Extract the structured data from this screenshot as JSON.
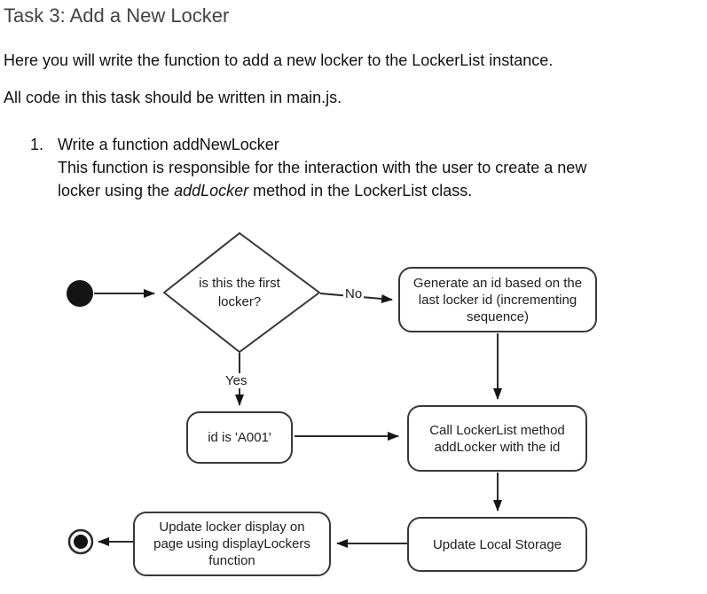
{
  "doc": {
    "title": "Task 3: Add a New Locker",
    "paragraph1": "Here you will write the function to add a new locker to the LockerList instance.",
    "paragraph2": "All code in this task should be written in main.js.",
    "list_item": {
      "number": "1.",
      "line1": "Write a function addNewLocker",
      "line2": "This function is responsible for the interaction with the user to create a new",
      "line3_pre": "locker using the ",
      "line3_italic": "addLocker",
      "line3_post": " method in the LockerList class."
    }
  },
  "diagram": {
    "decision": {
      "question": "is this the first\nlocker?"
    },
    "labels": {
      "no": "No",
      "yes": "Yes"
    },
    "nodes": {
      "generate": "Generate an id based on the\nlast locker id (incrementing\nsequence)",
      "id_a001": "id is 'A001'",
      "call": "Call LockerList method\naddLocker with the id",
      "storage": "Update Local Storage",
      "display": "Update locker display on\npage using displayLockers\nfunction"
    },
    "colors": {
      "stroke": "#383838",
      "fill": "#ffffff",
      "text": "#202020"
    }
  }
}
